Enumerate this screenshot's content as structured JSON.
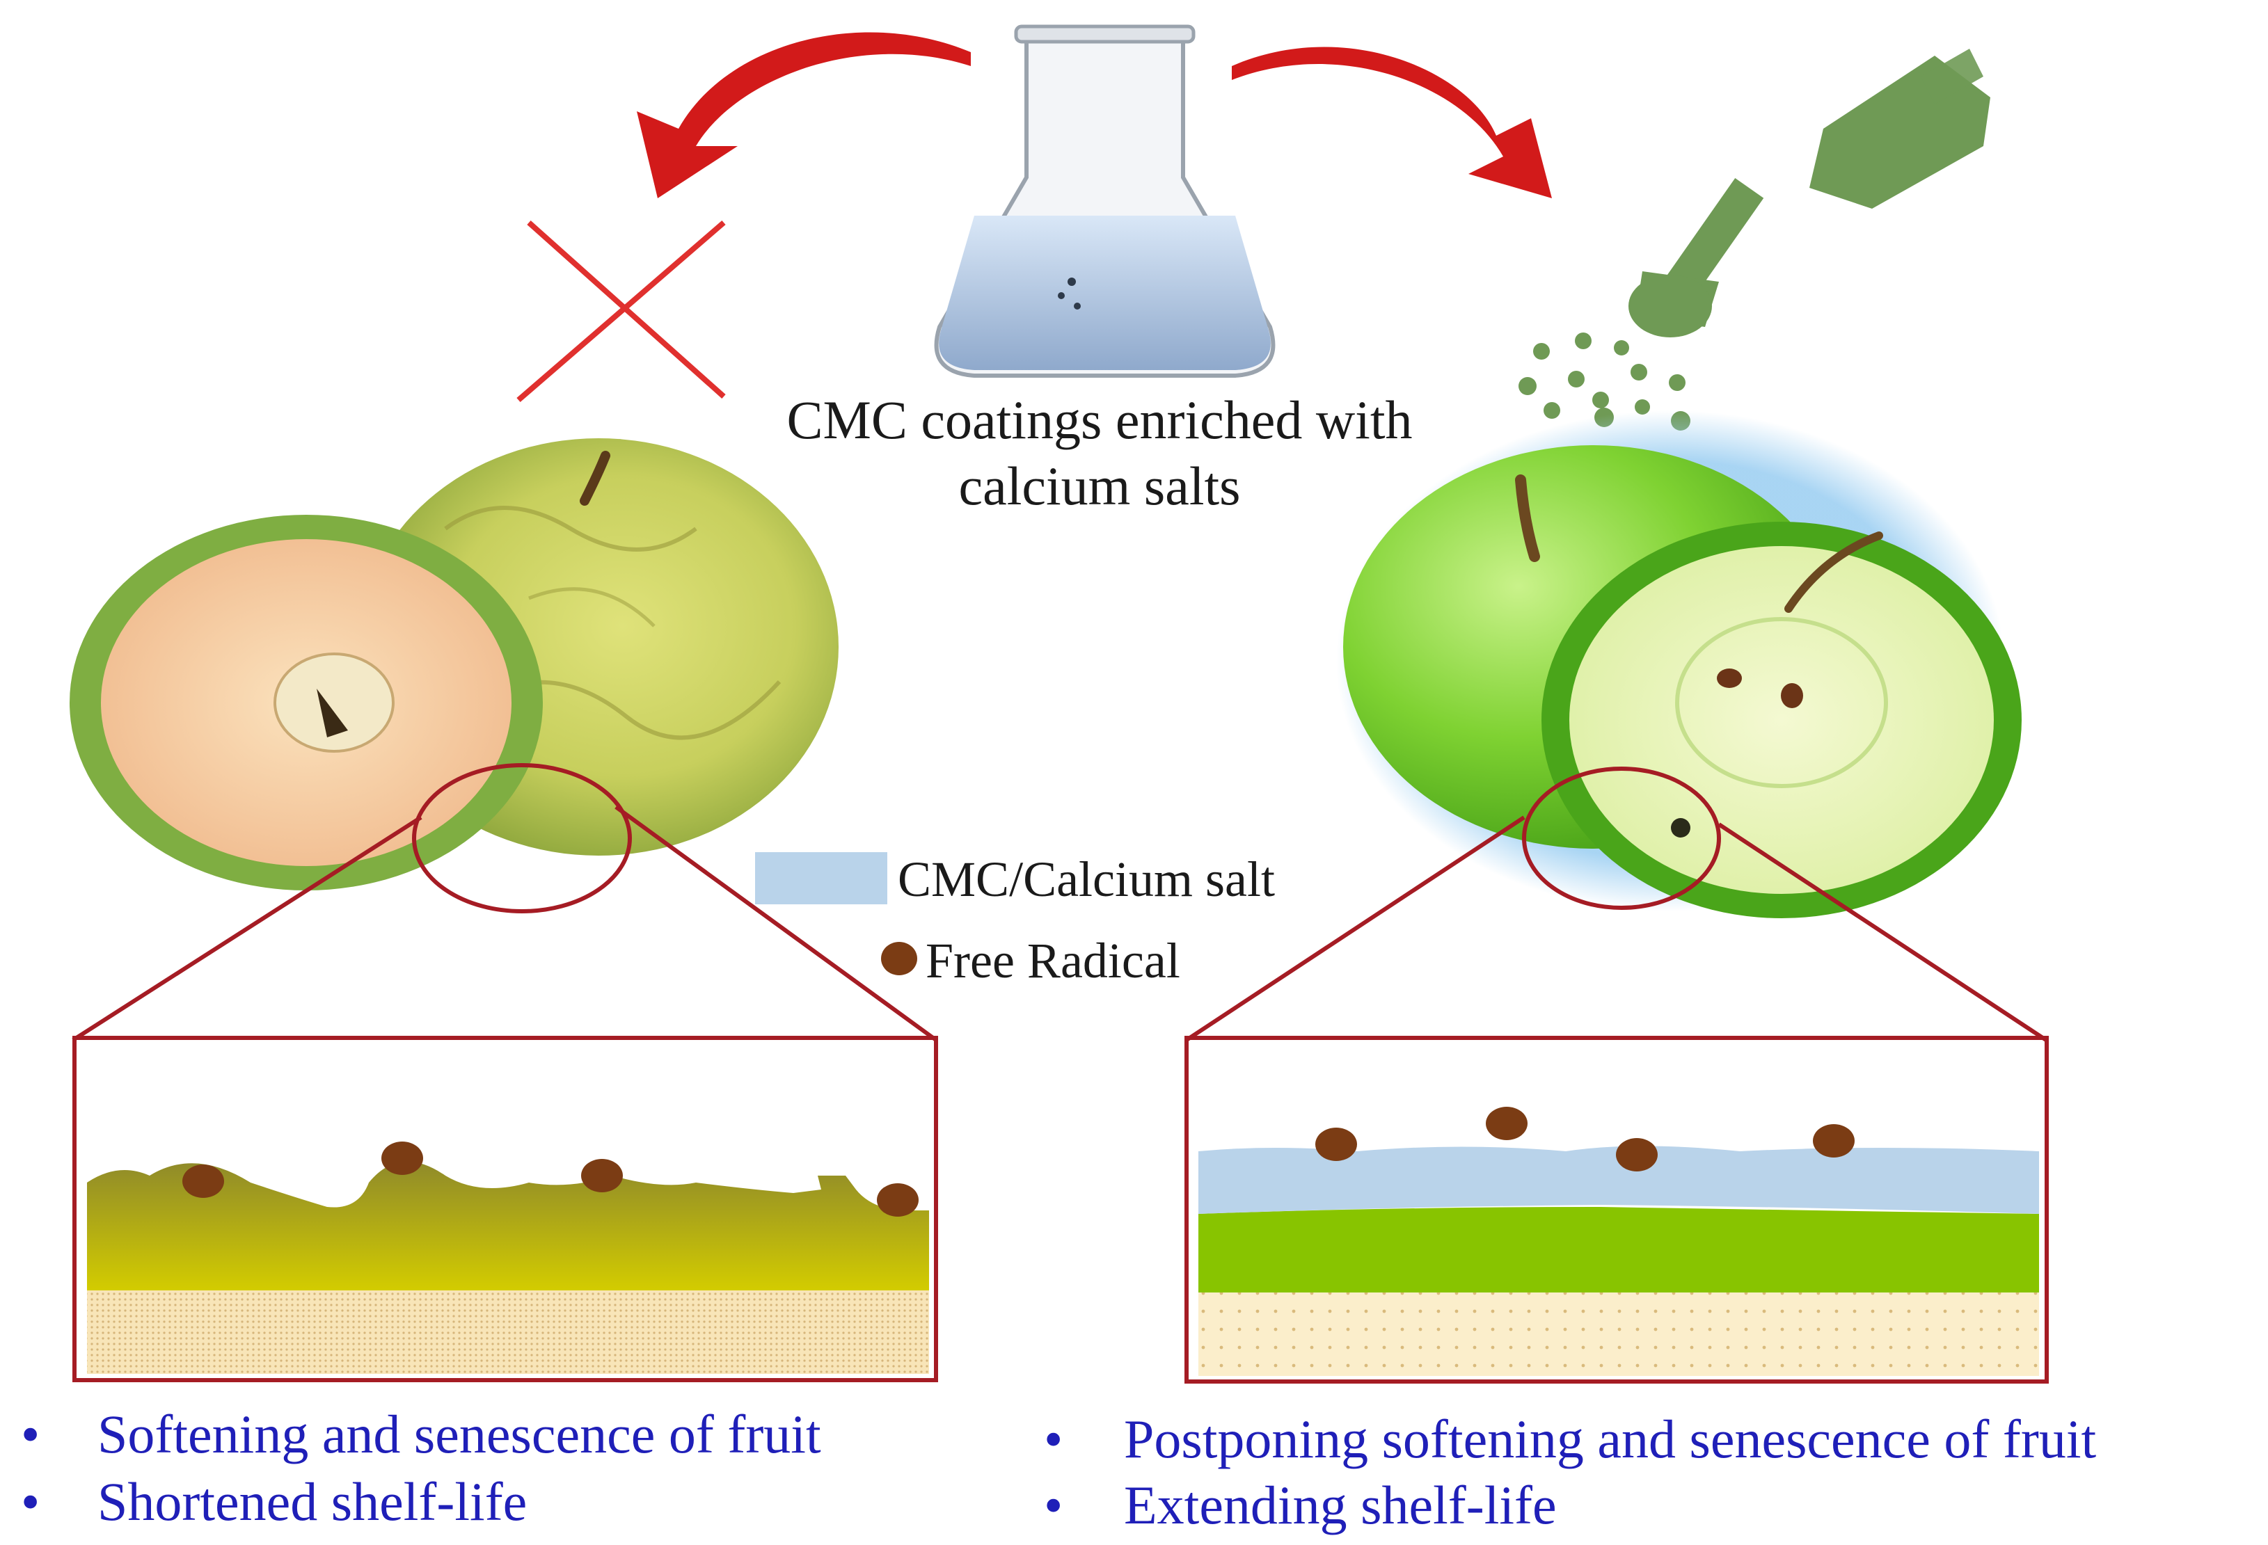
{
  "title": {
    "line1": "CMC coatings enriched with",
    "line2": "calcium salts"
  },
  "legend": {
    "coating_label": "CMC/Calcium salt",
    "coating_color": "#b9d3ea",
    "radical_label": "Free Radical",
    "radical_color": "#7b3c14"
  },
  "left_panel": {
    "bullets": [
      "Softening and senescence of fruit",
      "Shortened shelf-life"
    ]
  },
  "right_panel": {
    "bullets": [
      "Postponing softening and senescence of fruit",
      "Extending shelf-life"
    ]
  },
  "bullet_symbol": "•",
  "colors": {
    "arrow": "#d21a1a",
    "frame": "#a51c24",
    "cross": "#e0302e",
    "sprayer": "#6f9a55",
    "text_blue": "#1f1fb8"
  },
  "icons": [
    "flask-icon",
    "cross-icon",
    "sprayer-hand-icon",
    "curved-arrow-left-icon",
    "curved-arrow-right-icon"
  ]
}
